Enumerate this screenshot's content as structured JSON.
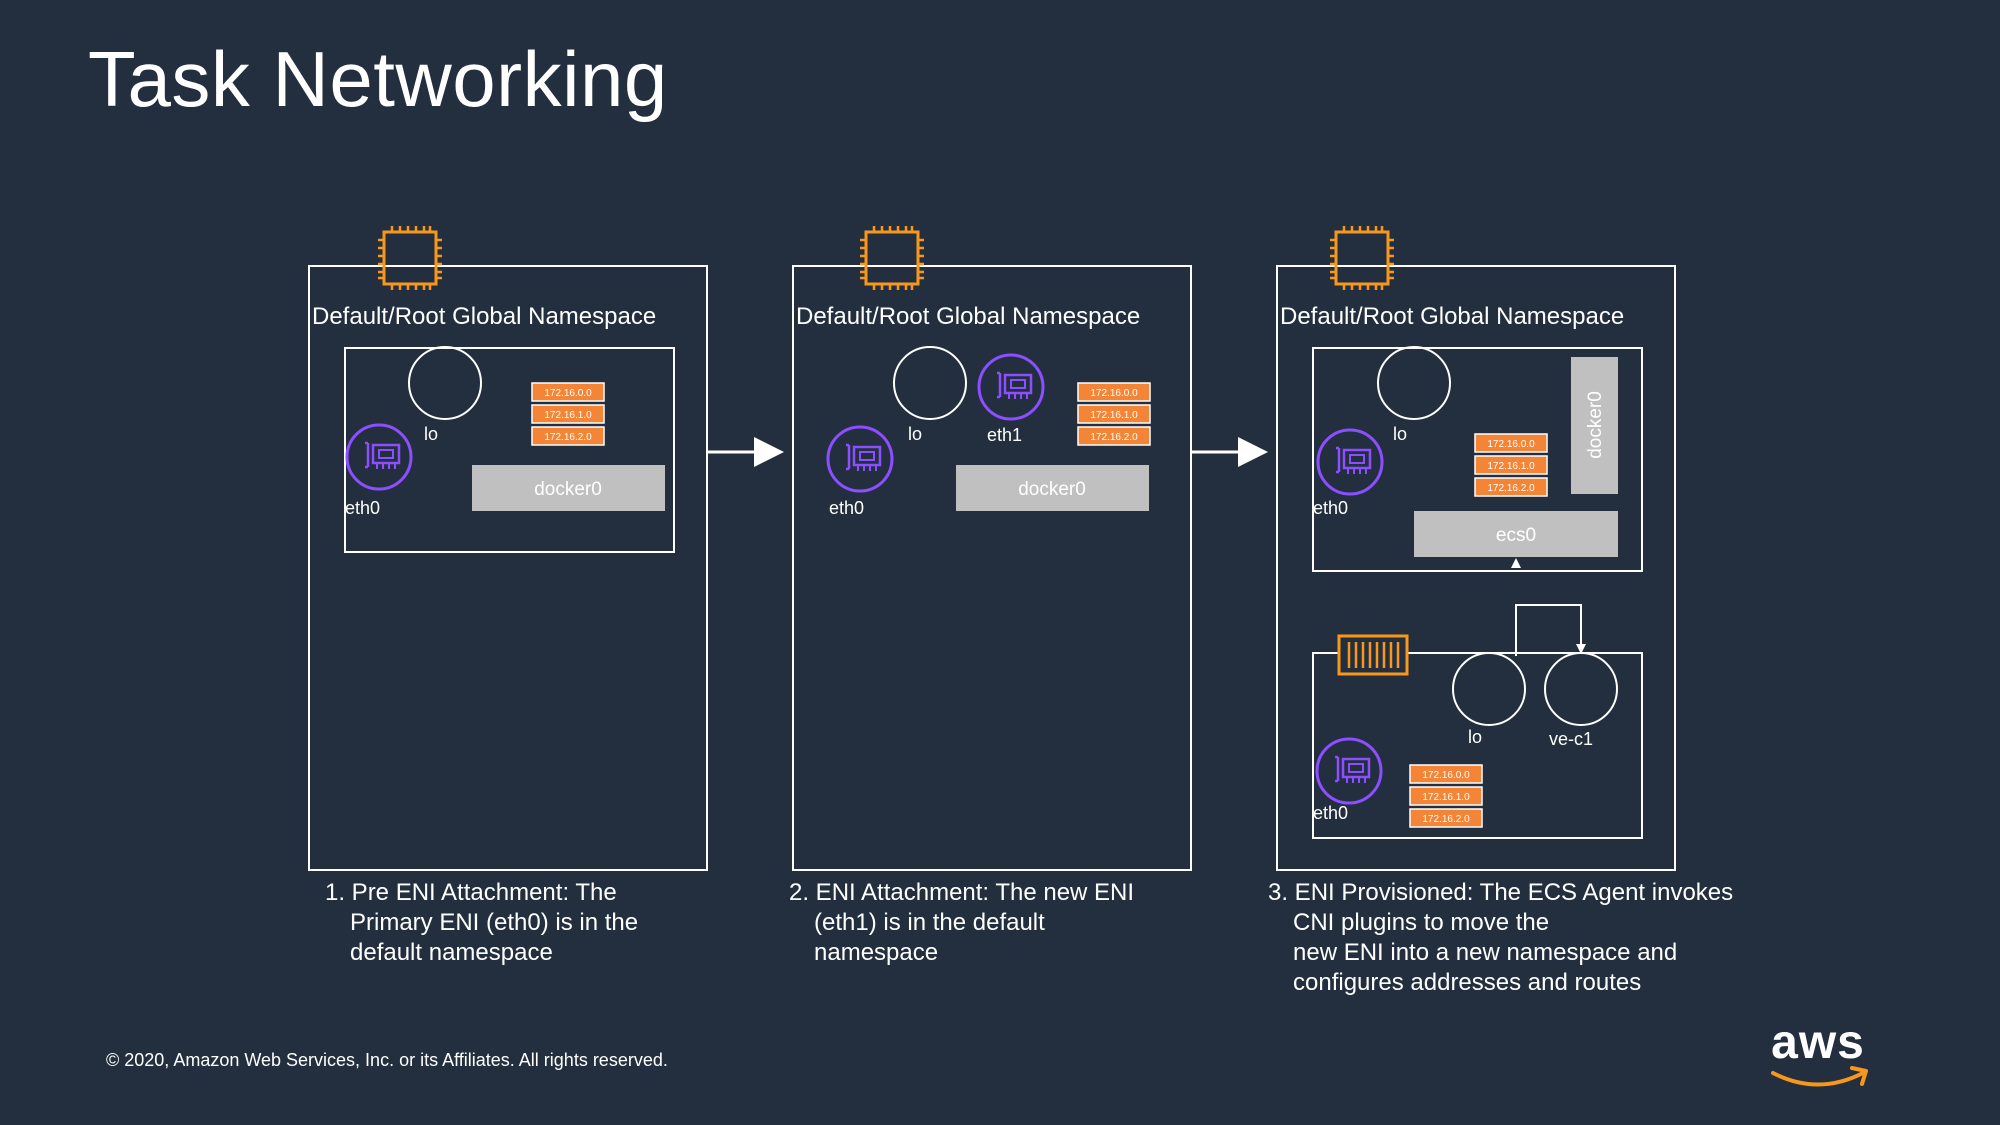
{
  "slide": {
    "title": "Task Networking",
    "footer": "© 2020, Amazon Web Services, Inc. or its Affiliates. All rights reserved.",
    "logo_text": "aws"
  },
  "colors": {
    "background": "#232f3e",
    "chip_orange": "#f7981d",
    "route_orange": "#f58536",
    "eni_purple": "#8c4fff",
    "bridge_gray": "#c0c0c0"
  },
  "panels": [
    {
      "namespace_label": "Default/Root Global Namespace",
      "lo_label": "lo",
      "eth0_label": "eth0",
      "bridge_label": "docker0",
      "routes": [
        "172.16.0.0",
        "172.16.1.0",
        "172.16.2.0"
      ],
      "caption": [
        "1. Pre ENI Attachment: The",
        "Primary ENI (eth0) is in the",
        "default namespace"
      ]
    },
    {
      "namespace_label": "Default/Root Global Namespace",
      "lo_label": "lo",
      "eth0_label": "eth0",
      "eth1_label": "eth1",
      "bridge_label": "docker0",
      "routes": [
        "172.16.0.0",
        "172.16.1.0",
        "172.16.2.0"
      ],
      "caption": [
        "2. ENI Attachment: The new ENI",
        "(eth1) is in the default",
        "namespace"
      ]
    },
    {
      "namespace_label": "Default/Root Global Namespace",
      "lo_label": "lo",
      "eth0_label": "eth0",
      "bridge_label": "docker0",
      "ecs_bridge_label": "ecs0",
      "routes": [
        "172.16.0.0",
        "172.16.1.0",
        "172.16.2.0"
      ],
      "task_namespace": {
        "lo_label": "lo",
        "veth_label": "ve-c1",
        "eth0_label": "eth0",
        "routes": [
          "172.16.0.0",
          "172.16.1.0",
          "172.16.2.0"
        ]
      },
      "caption": [
        "3. ENI Provisioned: The ECS Agent invokes",
        "CNI plugins to move the",
        "new ENI into a new namespace and",
        "configures addresses and routes"
      ]
    }
  ]
}
